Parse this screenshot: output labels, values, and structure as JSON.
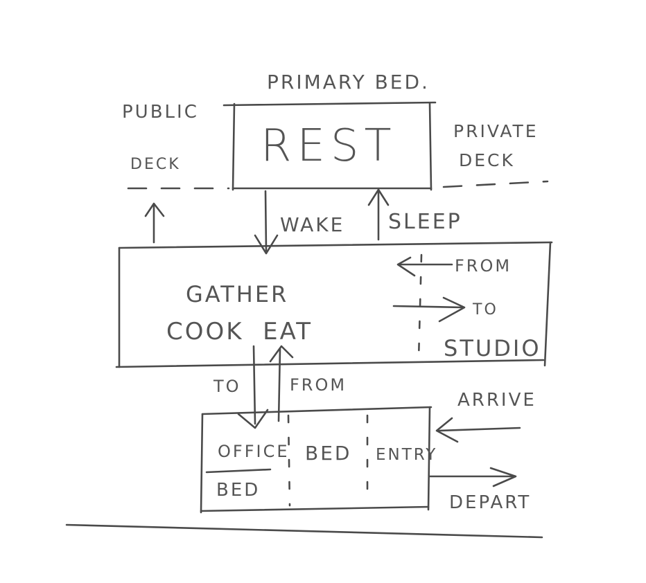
{
  "sketch": {
    "top": {
      "primary_bed": "PRIMARY BED.",
      "public": "PUBLIC",
      "public_deck": "DECK",
      "rest": "REST",
      "private_deck_line1": "PRIVATE",
      "private_deck_line2": "DECK"
    },
    "transitions": {
      "wake": "WAKE",
      "sleep": "SLEEP"
    },
    "middle": {
      "gather": "GATHER",
      "cook_eat": "COOK  EAT",
      "from": "FROM",
      "to": "TO",
      "studio": "STUDIO"
    },
    "lower_transitions": {
      "to": "TO",
      "from": "FROM",
      "arrive": "ARRIVE",
      "depart": "DEPART"
    },
    "bottom": {
      "office": "OFFICE",
      "bed_under_office": "BED",
      "bed": "BED",
      "entry": "ENTRY"
    }
  }
}
